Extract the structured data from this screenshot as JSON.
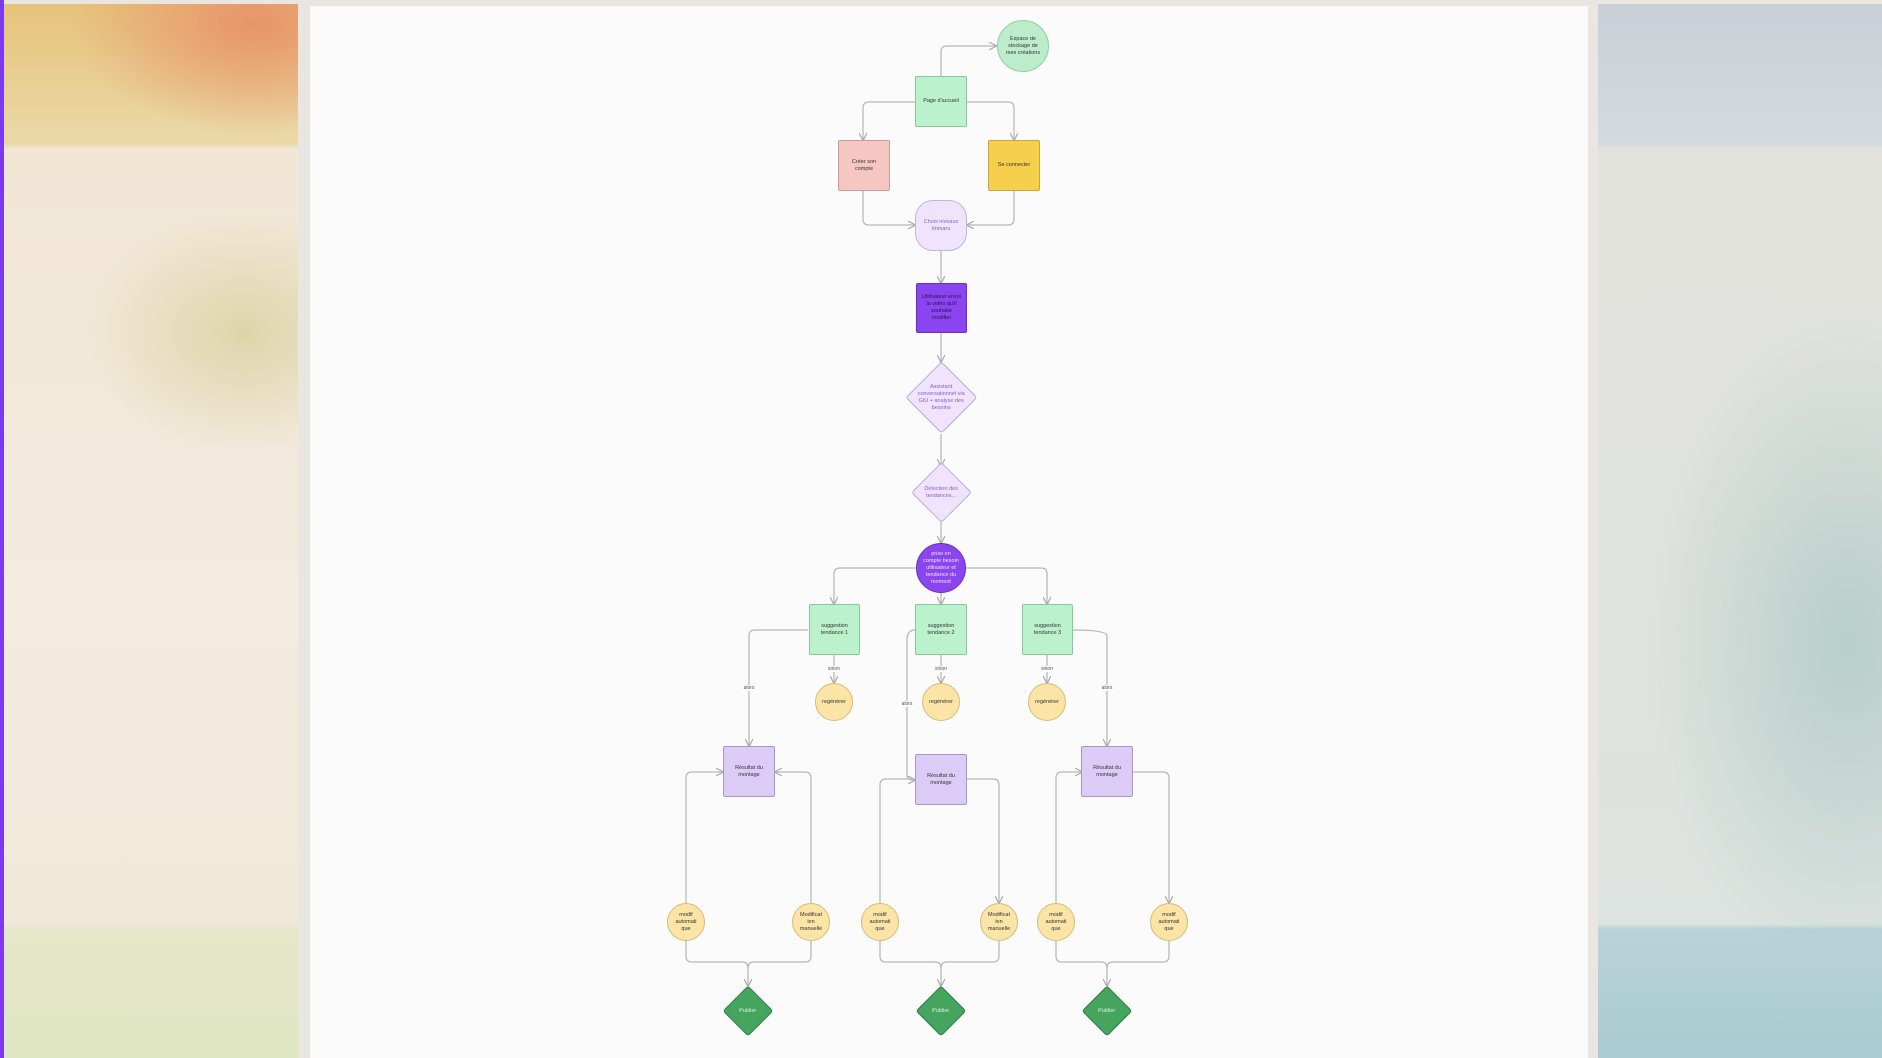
{
  "colors": {
    "accent": "#7c3aed",
    "green_box": "#bbf2cc",
    "pink_box": "#f6c6c3",
    "yellow_box": "#f6d04d",
    "lavender": "#efe4fb",
    "purple_dark": "#8b45f0",
    "purple_box": "#dccbf6",
    "yellow_circle": "#fbe4a6",
    "green_diamond": "#45a55f",
    "edge": "#b8b8b8"
  },
  "nodes": {
    "espace_stockage": "Espace de stockage de mes créations",
    "page_accueil": "Page d'accueil",
    "creer_compte": "Créer son compte",
    "se_connecter": "Se connecter",
    "choix_niveau": "Choix niveaux Immaru",
    "utilisateur_envoie": "Utilisateur envoi la vidéo qu'il souhaite modifier",
    "assistant": "Assistant conversationnel via GIU + analyse des besoins",
    "detection": "Détection des tendances...",
    "prise_en_compte": "prise en compte besoin utilisateur et tendance du moment",
    "suggestion_1": "suggestion tendance 1",
    "suggestion_2": "suggestion tendance 2",
    "suggestion_3": "suggestion tendance 3",
    "regenerer_1": "regénérer",
    "regenerer_2": "regénérer",
    "regenerer_3": "regénérer",
    "resultat_1": "Résultat du montage",
    "resultat_2": "Résultat du montage",
    "resultat_3": "Résultat du montage",
    "modif_auto_1": "modif automati que",
    "modif_manuelle_1": "Modificat ion manuelle",
    "modif_auto_2": "modif automati que",
    "modif_manuelle_2": "Modificat ion manuelle",
    "modif_auto_3a": "modif automati que",
    "modif_auto_3b": "modif automati que",
    "publier_1": "Publier",
    "publier_2": "Publier",
    "publier_3": "Publier"
  },
  "edge_labels": {
    "sinon_1": "sinon",
    "sinon_2": "sinon",
    "sinon_3": "sinon",
    "alors_1": "alors",
    "alors_2": "alors",
    "alors_3": "alors"
  }
}
